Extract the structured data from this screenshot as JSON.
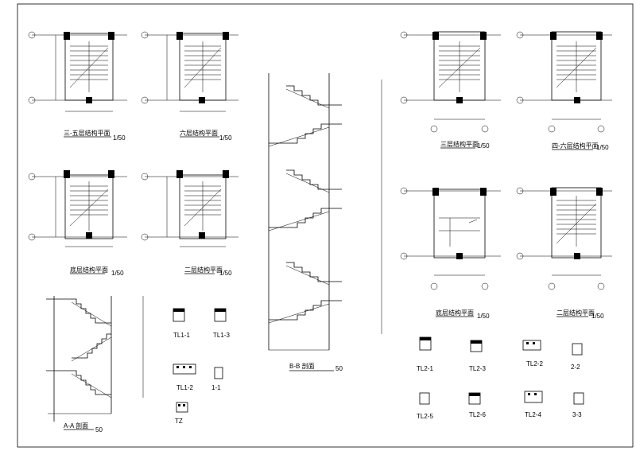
{
  "plans": [
    {
      "title": "三-五层结构平面",
      "scale": "1/50"
    },
    {
      "title": "六层结构平面",
      "scale": "1/50"
    },
    {
      "title": "底层结构平面",
      "scale": "1/50"
    },
    {
      "title": "二层结构平面",
      "scale": "1/50"
    },
    {
      "title": "三层结构平面",
      "scale": "1/50"
    },
    {
      "title": "四-六层结构平面",
      "scale": "1/50"
    },
    {
      "title": "底层结构平面",
      "scale": "1/50"
    },
    {
      "title": "二层结构平面",
      "scale": "1/50"
    }
  ],
  "sections": [
    {
      "title": "A-A 剖面",
      "scale": "50"
    },
    {
      "title": "B-B 剖面",
      "scale": "50"
    }
  ],
  "beam_details": [
    "TL1-1",
    "TL1-3",
    "TL1-2",
    "1-1",
    "TZ",
    "TL2-1",
    "TL2-3",
    "TL2-2",
    "2-2",
    "TL2-5",
    "TL2-6",
    "TL2-4",
    "3-3"
  ]
}
